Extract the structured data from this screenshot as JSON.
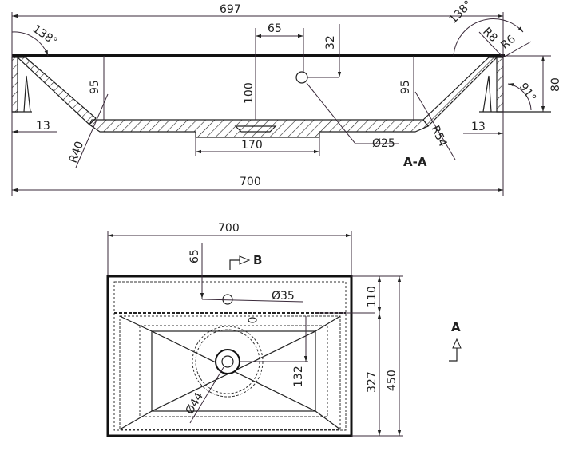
{
  "section_view": {
    "label": "A-A",
    "dims": {
      "top_width": "697",
      "overall_width": "700",
      "hole_offset_x": "65",
      "hole_offset_y": "32",
      "depth_center": "100",
      "depth_left": "95",
      "depth_right": "95",
      "rim_height": "80",
      "wall_left": "13",
      "wall_right": "13",
      "drain_width": "170",
      "hole_diameter": "Ø25",
      "radius_left": "R40",
      "radius_right": "R54",
      "radius_top1": "R8",
      "radius_top2": "R6",
      "angle_left": "138°",
      "angle_right": "138°",
      "angle_side": "91°"
    }
  },
  "plan_view": {
    "section_marker_b": "B",
    "section_marker_a": "A",
    "dims": {
      "width": "700",
      "hole_offset": "65",
      "hole_diameter": "Ø35",
      "shelf_depth": "110",
      "basin_depth": "327",
      "overall_depth": "450",
      "drain_offset": "132",
      "drain_diameter": "Ø44"
    }
  }
}
